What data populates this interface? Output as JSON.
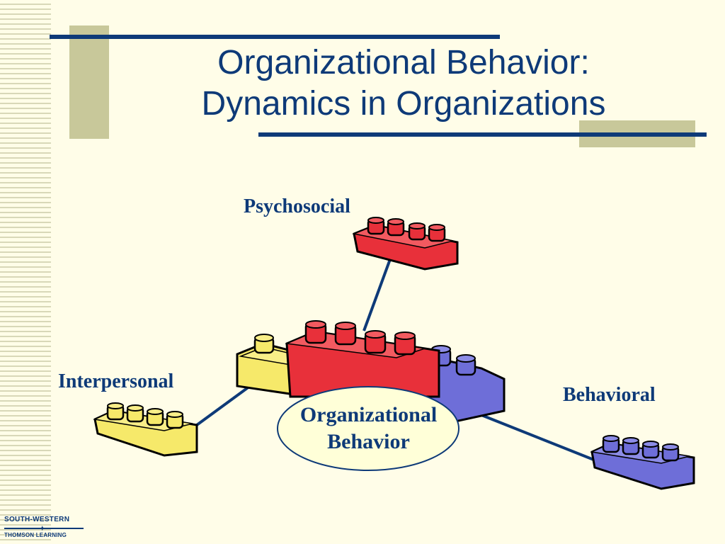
{
  "slide": {
    "title_line1": "Organizational Behavior:",
    "title_line2": "Dynamics in Organizations"
  },
  "diagram": {
    "center": {
      "line1": "Organizational",
      "line2": "Behavior"
    },
    "nodes": {
      "psychosocial": "Psychosocial",
      "interpersonal": "Interpersonal",
      "behavioral": "Behavioral"
    }
  },
  "logo": {
    "line1": "SOUTH-WESTERN",
    "line2": "THOMSON LEARNING"
  },
  "colors": {
    "background": "#FFFDE8",
    "title": "#0E3A78",
    "accent_bar": "#C8C89A",
    "red_brick": "#E8303A",
    "yellow_brick": "#F6E96A",
    "blue_brick": "#6E6ED8"
  }
}
